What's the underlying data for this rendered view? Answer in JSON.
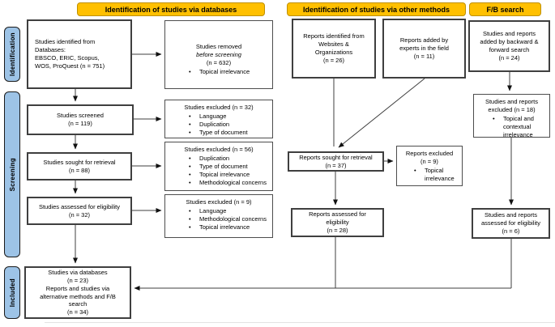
{
  "colors": {
    "header_bg": "#FFC000",
    "stage_bg": "#9DC3E6",
    "box_border": "#3f3f3f"
  },
  "headers": {
    "databases": "Identification of studies via databases",
    "other_methods": "Identification of studies via other methods",
    "fb_search": "F/B search"
  },
  "sidebar": {
    "identification": "Identification",
    "screening": "Screening",
    "included": "Included"
  },
  "boxes": {
    "identified": {
      "text": "Studies identified from\nDatabases:\nEBSCO, ERIC, Scopus,\nWOS, ProQuest (n = 751)"
    },
    "removed": {
      "title_1": "Studies removed",
      "title_em": "before screening",
      "title_2": "(n = 632)",
      "bullets": [
        "Topical irrelevance"
      ]
    },
    "screened": {
      "text": "Studies screened\n(n = 119)"
    },
    "excluded32": {
      "title": "Studies excluded (n = 32)",
      "bullets": [
        "Language",
        "Duplication",
        "Type of document"
      ]
    },
    "sought": {
      "text": "Studies sought for retrieval\n(n = 88)"
    },
    "excluded56": {
      "title": "Studies excluded (n = 56)",
      "bullets": [
        "Duplication",
        "Type of document",
        "Topical irrelevance",
        "Methodological concerns"
      ]
    },
    "assessed": {
      "text": "Studies assessed for eligibility\n(n = 32)"
    },
    "excluded9": {
      "title": "Studies excluded (n = 9)",
      "bullets": [
        "Language",
        "Methodological concerns",
        "Topical irrelevance"
      ]
    },
    "included": {
      "text": "Studies via databases\n(n = 23)\nReports and studies via\nalternative methods and F/B\nsearch\n(n = 34)"
    },
    "websites": {
      "text": "Reports identified from\nWebsites &\nOrganizations\n(n = 26)"
    },
    "experts": {
      "text": "Reports added by\nexperts in the field\n(n = 11)"
    },
    "reports_sought": {
      "text": "Reports sought for retrieval\n(n = 37)"
    },
    "reports_excluded": {
      "title": "Reports excluded\n(n = 9)",
      "bullets": [
        "Topical irrelevance"
      ]
    },
    "reports_assessed": {
      "text": "Reports assessed for\neligibility\n(n = 28)"
    },
    "fb_added": {
      "text": "Studies and reports\nadded by backward &\nforward search\n(n = 24)"
    },
    "fb_excluded": {
      "title": "Studies and reports\nexcluded (n = 18)",
      "bullets": [
        "Topical and contextual irrelevance"
      ]
    },
    "fb_assessed": {
      "text": "Studies and reports\nassessed for eligibility\n(n = 6)"
    }
  }
}
